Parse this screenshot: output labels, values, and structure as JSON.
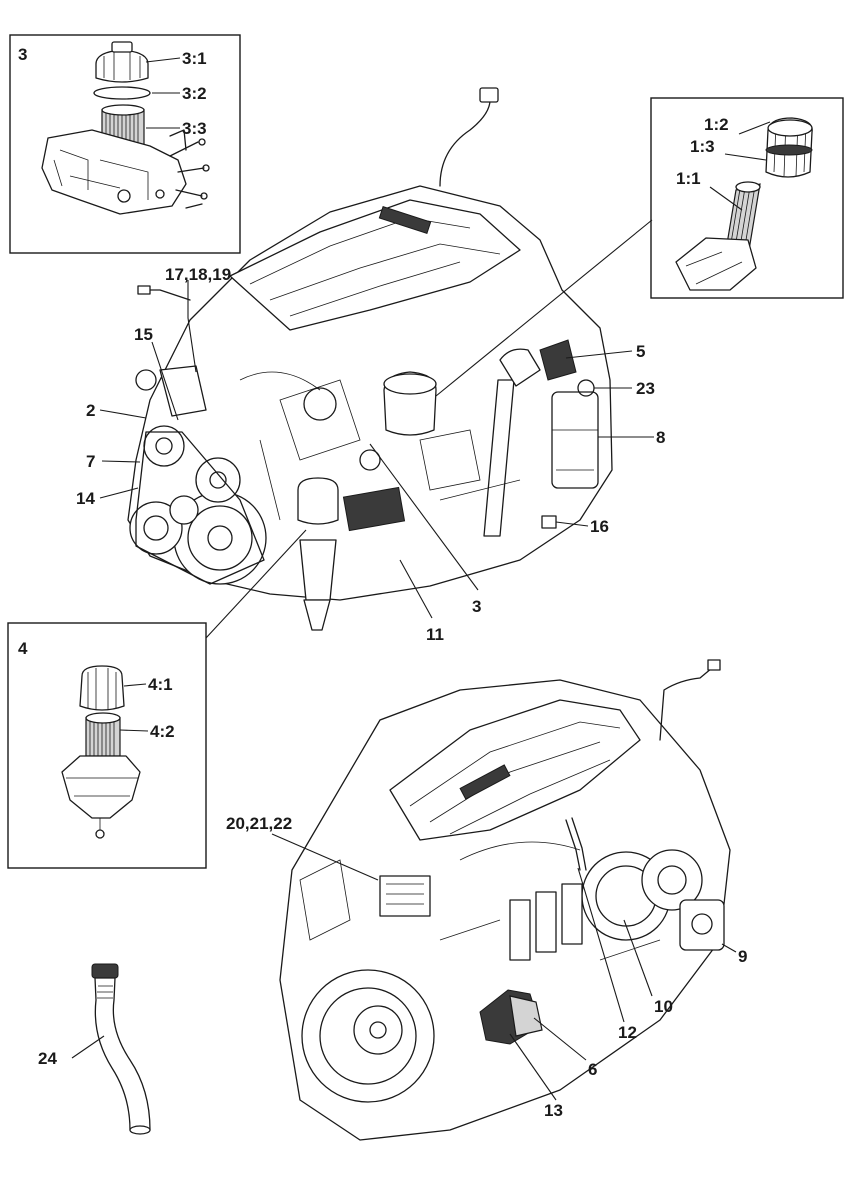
{
  "inset_titles": {
    "inset_3": "3",
    "inset_4": "4"
  },
  "labels": {
    "l_3_1": "3:1",
    "l_3_2": "3:2",
    "l_3_3": "3:3",
    "l_1_2": "1:2",
    "l_1_3": "1:3",
    "l_1_1": "1:1",
    "l_17": "17,18,19",
    "l_15": "15",
    "l_2": "2",
    "l_7": "7",
    "l_14": "14",
    "l_5": "5",
    "l_23": "23",
    "l_8": "8",
    "l_16": "16",
    "l_3": "3",
    "l_11": "11",
    "l_4_1": "4:1",
    "l_4_2": "4:2",
    "l_20": "20,21,22",
    "l_9": "9",
    "l_10": "10",
    "l_12": "12",
    "l_6": "6",
    "l_13": "13",
    "l_24": "24"
  }
}
